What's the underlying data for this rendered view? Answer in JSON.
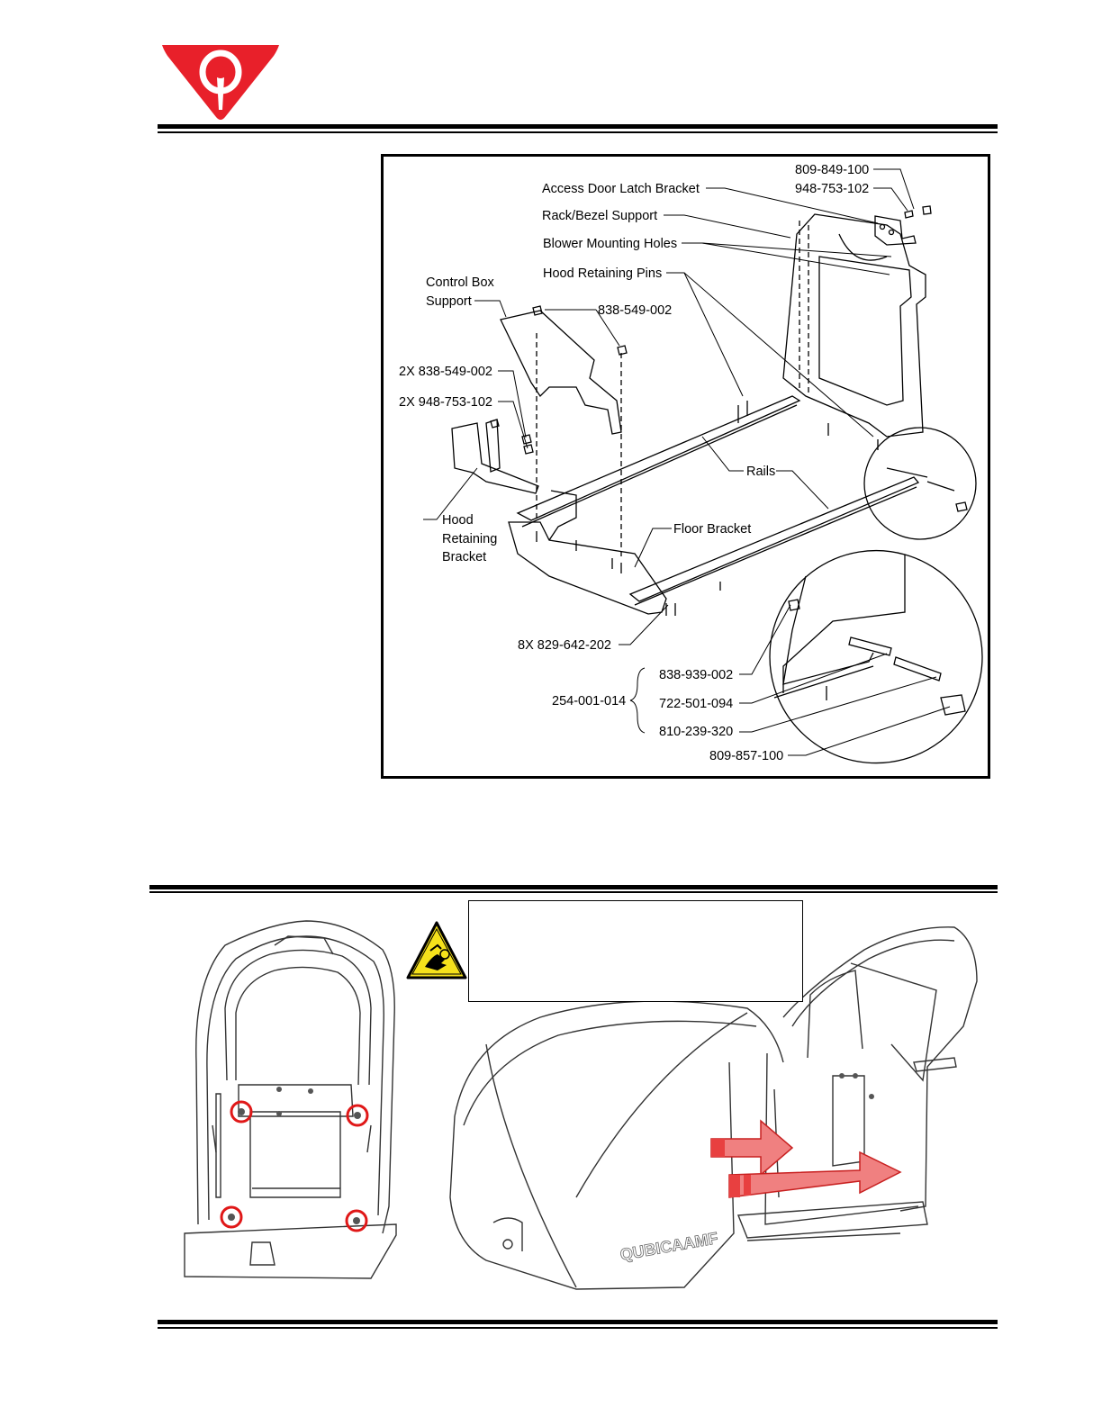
{
  "header": {
    "logo": "qubicaamf-logo"
  },
  "figure_exploded": {
    "callouts": {
      "p809_849_100": "809-849-100",
      "p948_753_102_top": "948-753-102",
      "access_door_latch": "Access Door Latch Bracket",
      "rack_bezel": "Rack/Bezel Support",
      "blower_holes": "Blower Mounting Holes",
      "hood_pins": "Hood Retaining Pins",
      "control_box_l1": "Control Box",
      "control_box_l2": "Support",
      "p838_549_002": "838-549-002",
      "p2x_838_549_002": "2X 838-549-002",
      "p2x_948_753_102": "2X 948-753-102",
      "rails": "Rails",
      "floor_bracket": "Floor Bracket",
      "hood_bracket_l1": "Hood",
      "hood_bracket_l2": "Retaining",
      "hood_bracket_l3": "Bracket",
      "p8x_829_642_202": "8X 829-642-202",
      "kit_254_001_014": "254-001-014",
      "p838_939_002": "838-939-002",
      "p722_501_094": "722-501-094",
      "p810_239_320": "810-239-320",
      "p809_857_100": "809-857-100"
    }
  },
  "figure_photos": {
    "warning_icon": "hand-crush-warning-icon",
    "warning_text": "",
    "brand_mark": "QUBICAAMF"
  },
  "colors": {
    "logo_red": "#e8202a",
    "highlight_red": "#e01818",
    "arrow_fill": "#f08080",
    "warning_yellow": "#f5e11b"
  }
}
